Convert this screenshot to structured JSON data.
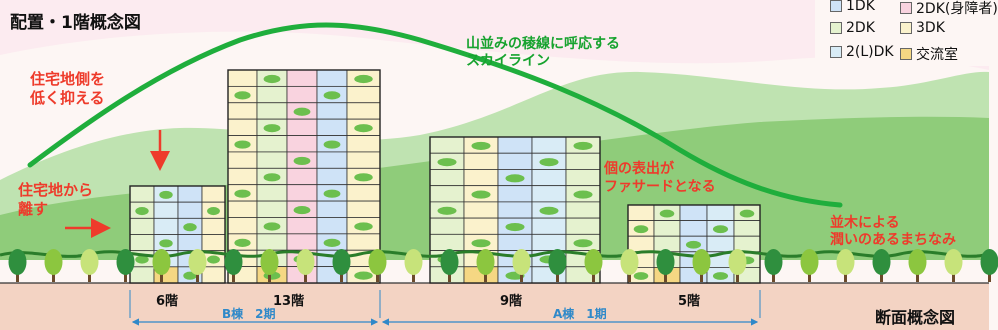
{
  "title": "配置・1階概念図",
  "section_title": "断面概念図",
  "skyline_label": [
    "山並みの稜線に呼応する",
    "スカイライン"
  ],
  "annotations": {
    "lower_side": [
      "住宅地側を",
      "低く抑える"
    ],
    "distance": [
      "住宅地から",
      "離す"
    ],
    "facade": [
      "個の表出が",
      "ファサードとなる"
    ],
    "trees": [
      "並木による",
      "潤いのあるまちなみ"
    ]
  },
  "floors": [
    "6階",
    "13階",
    "9階",
    "5階"
  ],
  "phases": [
    "B棟　2期",
    "A棟　1期"
  ],
  "legend": [
    {
      "label": "1DK",
      "color": "#cfe3f7"
    },
    {
      "label": "2DK(身障者)",
      "color": "#f9d3df"
    },
    {
      "label": "2DK",
      "color": "#e5f2cf"
    },
    {
      "label": "3DK",
      "color": "#fbf2cc"
    },
    {
      "label": "2(L)DK",
      "color": "#d9ecf6"
    },
    {
      "label": "交流室",
      "color": "#f5d783"
    }
  ],
  "colors": {
    "skyline": "#1fae3c",
    "annotation": "#ee3b2b",
    "phase_line": "#2f89c9",
    "ground": "#f3d3c3",
    "mountain": "#8fcc7a"
  }
}
